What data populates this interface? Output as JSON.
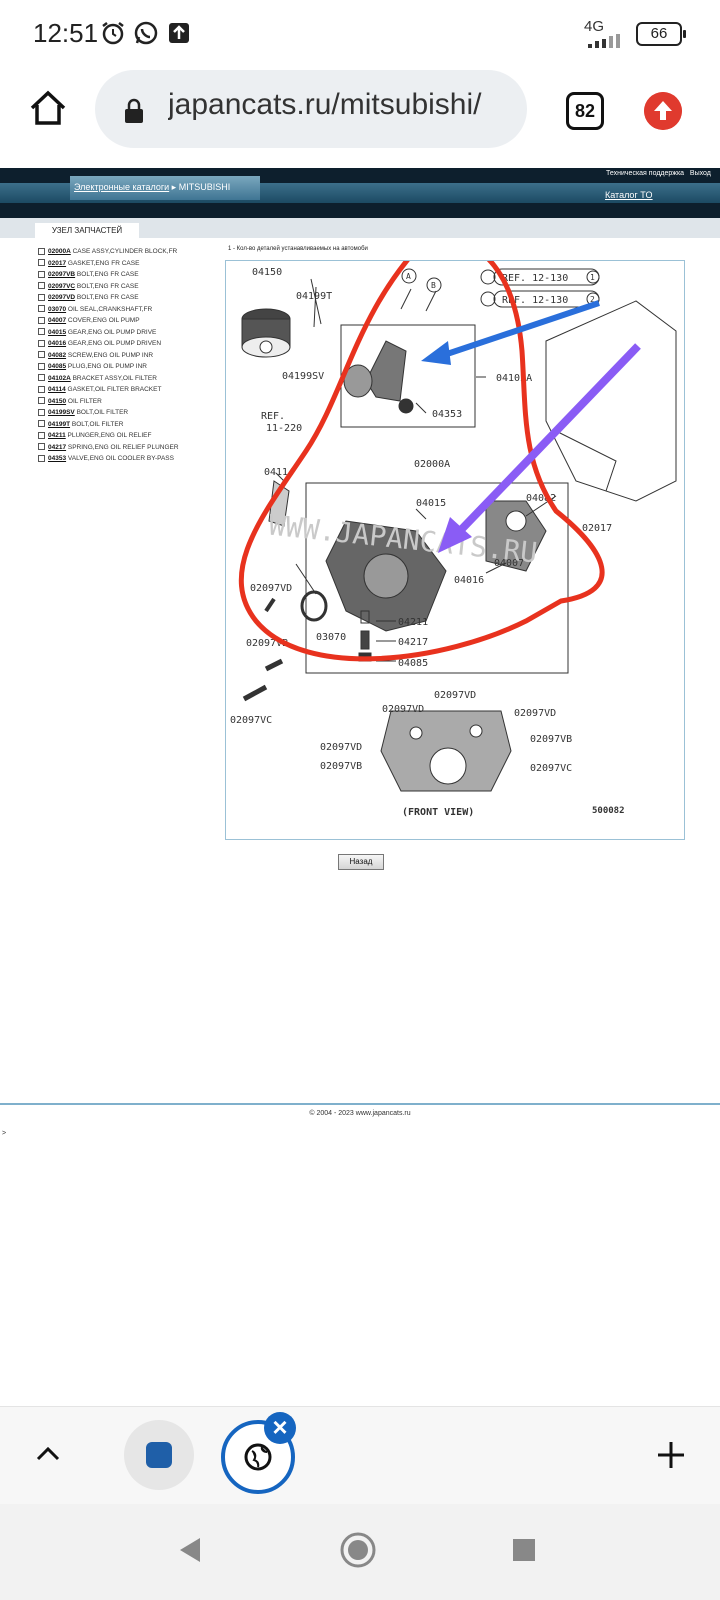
{
  "status": {
    "time": "12:51",
    "network": "4G",
    "battery": "66"
  },
  "browser": {
    "url": "japancats.ru/mitsubishi/",
    "tab_count": "82"
  },
  "site": {
    "breadcrumb_link": "Электронные каталоги",
    "breadcrumb_current": "MITSUBISHI",
    "support": "Техническая поддержка",
    "logout": "Выход",
    "catalog_link": "Каталог TO",
    "tab": "УЗЕЛ ЗАПЧАСТЕЙ",
    "note": "1 - Кол-во деталей устанавливаемых на автомоби",
    "back_button": "Назад",
    "copyright": "© 2004 - 2023 www.japancats.ru",
    "stray": ">"
  },
  "parts": [
    {
      "code": "02000A",
      "name": "CASE ASSY,CYLINDER BLOCK,FR"
    },
    {
      "code": "02017",
      "name": "GASKET,ENG FR CASE"
    },
    {
      "code": "02097VB",
      "name": "BOLT,ENG FR CASE"
    },
    {
      "code": "02097VC",
      "name": "BOLT,ENG FR CASE"
    },
    {
      "code": "02097VD",
      "name": "BOLT,ENG FR CASE"
    },
    {
      "code": "03070",
      "name": "OIL SEAL,CRANKSHAFT,FR"
    },
    {
      "code": "04007",
      "name": "COVER,ENG OIL PUMP"
    },
    {
      "code": "04015",
      "name": "GEAR,ENG OIL PUMP DRIVE"
    },
    {
      "code": "04016",
      "name": "GEAR,ENG OIL PUMP DRIVEN"
    },
    {
      "code": "04082",
      "name": "SCREW,ENG OIL PUMP INR"
    },
    {
      "code": "04085",
      "name": "PLUG,ENG OIL PUMP INR"
    },
    {
      "code": "04102A",
      "name": "BRACKET ASSY,OIL FILTER"
    },
    {
      "code": "04114",
      "name": "GASKET,OIL FILTER BRACKET"
    },
    {
      "code": "04150",
      "name": "OIL FILTER"
    },
    {
      "code": "04199SV",
      "name": "BOLT,OIL FILTER"
    },
    {
      "code": "04199T",
      "name": "BOLT,OIL FILTER"
    },
    {
      "code": "04211",
      "name": "PLUNGER,ENG OIL RELIEF"
    },
    {
      "code": "04217",
      "name": "SPRING,ENG OIL RELIEF PLUNGER"
    },
    {
      "code": "04353",
      "name": "VALVE,ENG OIL COOLER BY-PASS"
    }
  ],
  "diagram": {
    "labels": {
      "l04150": "04150",
      "l04199T": "04199T",
      "l04199SV": "04199SV",
      "l04102A": "04102A",
      "l04353": "04353",
      "ref1": "REF.",
      "ref1b": "11-220",
      "ref2": "REF. 12-130",
      "ref3": "REF. 12-130",
      "circA": "A",
      "circB": "B",
      "circ1": "1",
      "circ2": "2",
      "l04114": "04114",
      "l02000A": "02000A",
      "l04015": "04015",
      "l04082": "04082",
      "l04007": "04007",
      "l04016": "04016",
      "l02017": "02017",
      "l02097VD_a": "02097VD",
      "l03070": "03070",
      "l04211": "04211",
      "l04217": "04217",
      "l04085": "04085",
      "l02097VB_a": "02097VB",
      "l02097VC_a": "02097VC",
      "l02097VD_b": "02097VD",
      "l02097VD_c": "02097VD",
      "l02097VD_d": "02097VD",
      "l02097VB_b": "02097VB",
      "l02097VD_e": "02097VD",
      "l02097VB_c": "02097VB",
      "l02097VC_b": "02097VC",
      "watermark": "WWW.JAPANCATS.RU",
      "front_view": "(FRONT VIEW)",
      "fig_no": "500082"
    },
    "annotation_colors": {
      "circle": "#e8321e",
      "arrow1": "#2a6fdb",
      "arrow2": "#8a5cf5"
    }
  }
}
